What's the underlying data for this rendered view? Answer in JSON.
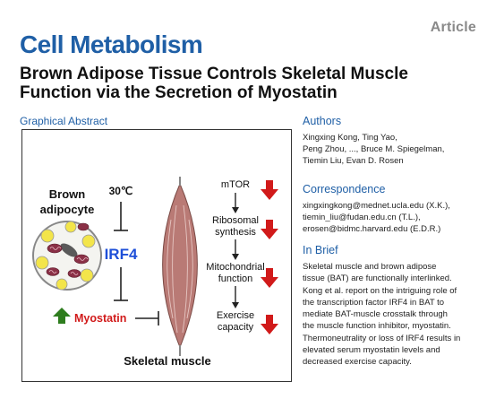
{
  "header": {
    "article_type": "Article",
    "journal": "Cell Metabolism",
    "title_line1": "Brown Adipose Tissue Controls Skeletal Muscle",
    "title_line2": "Function via the Secretion of Myostatin"
  },
  "graphical_abstract": {
    "label": "Graphical Abstract",
    "brown_label_1": "Brown",
    "brown_label_2": "adipocyte",
    "temperature": "30℃",
    "irf4": "IRF4",
    "myostatin": "Myostatin",
    "skeletal_muscle": "Skeletal muscle",
    "cascade": {
      "mtor": "mTOR",
      "ribosomal_1": "Ribosomal",
      "ribosomal_2": "synthesis",
      "mito_1": "Mitochondrial",
      "mito_2": "function",
      "exercise_1": "Exercise",
      "exercise_2": "capacity"
    },
    "colors": {
      "irf4": "#1e4fd8",
      "myostatin": "#d11a1a",
      "up_arrow": "#2e7d1e",
      "down_arrow": "#d11a1a",
      "brown_nucleus": "#5a5a5a",
      "lipid": "#f3e54a",
      "mitochondria": "#8a3046",
      "muscle": "#b97a75"
    },
    "icons": [
      "up-arrow-icon",
      "down-arrow-icon",
      "inhibition-bar-icon",
      "adipocyte-cell-icon",
      "muscle-icon"
    ]
  },
  "authors": {
    "heading": "Authors",
    "lines": [
      "Xingxing Kong, Ting Yao,",
      "Peng Zhou, ..., Bruce M. Spiegelman,",
      "Tiemin Liu, Evan D. Rosen"
    ]
  },
  "correspondence": {
    "heading": "Correspondence",
    "lines": [
      "xingxingkong@mednet.ucla.edu (X.K.),",
      "tiemin_liu@fudan.edu.cn (T.L.),",
      "erosen@bidmc.harvard.edu (E.D.R.)"
    ]
  },
  "in_brief": {
    "heading": "In Brief",
    "lines": [
      "Skeletal muscle and brown adipose",
      "tissue (BAT) are functionally interlinked.",
      "Kong et al. report on the intriguing role of",
      "the transcription factor IRF4 in BAT to",
      "mediate BAT-muscle crosstalk through",
      "the muscle function inhibitor, myostatin.",
      "Thermoneutrality or loss of IRF4 results in",
      "elevated serum myostatin levels and",
      "decreased exercise capacity."
    ]
  }
}
